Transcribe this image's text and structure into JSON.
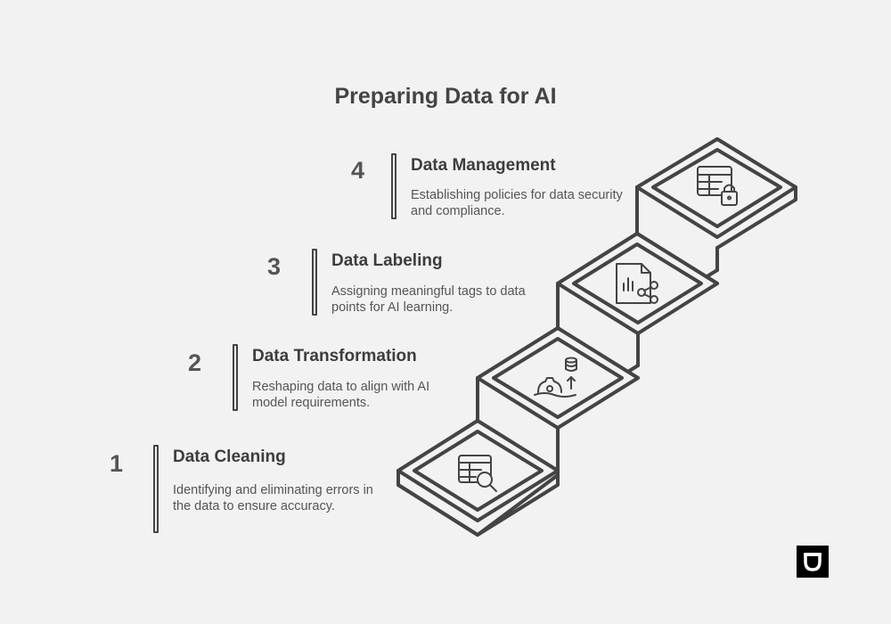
{
  "title": "Preparing Data for AI",
  "steps": [
    {
      "number": "1",
      "title": "Data Cleaning",
      "description": "Identifying and eliminating errors in the data to ensure accuracy.",
      "icon": "table-search-icon"
    },
    {
      "number": "2",
      "title": "Data Transformation",
      "description": "Reshaping data to align with AI model requirements.",
      "icon": "gear-database-icon"
    },
    {
      "number": "3",
      "title": "Data Labeling",
      "description": "Assigning meaningful tags to data points for AI learning.",
      "icon": "document-chart-share-icon"
    },
    {
      "number": "4",
      "title": "Data Management",
      "description": "Establishing policies for data security and compliance.",
      "icon": "table-lock-icon"
    }
  ],
  "colors": {
    "background": "#f2f2f2",
    "ink": "#444444",
    "text": "#3d3d3d"
  }
}
